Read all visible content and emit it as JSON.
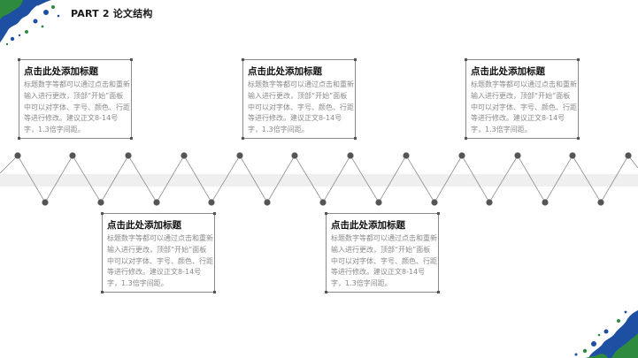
{
  "header": {
    "title": "PART 2 论文结构"
  },
  "cards": [
    {
      "title": "点击此处添加标题",
      "body": "标题数字等都可以通过点击和重新输入进行更改，顶部“开始”面板中可以对字体、字号、颜色、行距等进行修改。建议正文8-14号字，1.3倍字间距。"
    },
    {
      "title": "点击此处添加标题",
      "body": "标题数字等都可以通过点击和重新输入进行更改，顶部“开始”面板中可以对字体、字号、颜色、行距等进行修改。建议正文8-14号字，1.3倍字间距。"
    },
    {
      "title": "点击此处添加标题",
      "body": "标题数字等都可以通过点击和重新输入进行更改，顶部“开始”面板中可以对字体、字号、颜色、行距等进行修改。建议正文8-14号字，1.3倍字间距。"
    },
    {
      "title": "点击此处添加标题",
      "body": "标题数字等都可以通过点击和重新输入进行更改，顶部“开始”面板中可以对字体、字号、颜色、行距等进行修改。建议正文8-14号字，1.3倍字间距。"
    },
    {
      "title": "点击此处添加标题",
      "body": "标题数字等都可以通过点击和重新输入进行更改，顶部“开始”面板中可以对字体、字号、颜色、行距等进行修改。建议正文8-14号字，1.3倍字间距。"
    }
  ],
  "colors": {
    "accent_blue": "#1d4fa3",
    "accent_green": "#2e8b3d",
    "dot": "#555555",
    "line": "#8c8c8c",
    "band": "#efefef"
  }
}
